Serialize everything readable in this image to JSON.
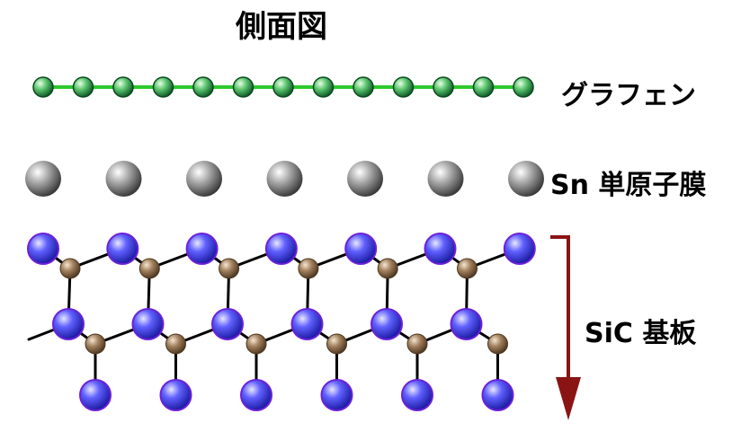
{
  "title": "側面図",
  "labels": {
    "graphene": "グラフェン",
    "sn": "Sn 単原子膜",
    "sic": "SiC 基板"
  },
  "colors": {
    "graphene_atom": "#1e9b4a",
    "graphene_bond": "#2ec82e",
    "tin_atom": "#9a9a9a",
    "silicon_atom": "#3d3df2",
    "carbon_atom": "#9c7b55",
    "bond": "#000000",
    "arrow": "#8a1414"
  },
  "icons": {
    "arrow": "down-arrow-icon"
  }
}
